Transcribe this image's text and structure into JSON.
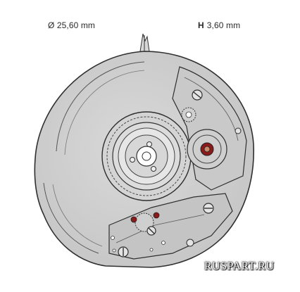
{
  "specs": {
    "diameter": "Ø 25,60 mm",
    "height_label": "H",
    "height_value": "3,60 mm"
  },
  "watermark": "RUSPART.RU",
  "colors": {
    "plate_fill": "#cfcfcf",
    "plate_stroke": "#2f2f2f",
    "jewel_red": "#8b1a1a",
    "background": "#ffffff"
  }
}
